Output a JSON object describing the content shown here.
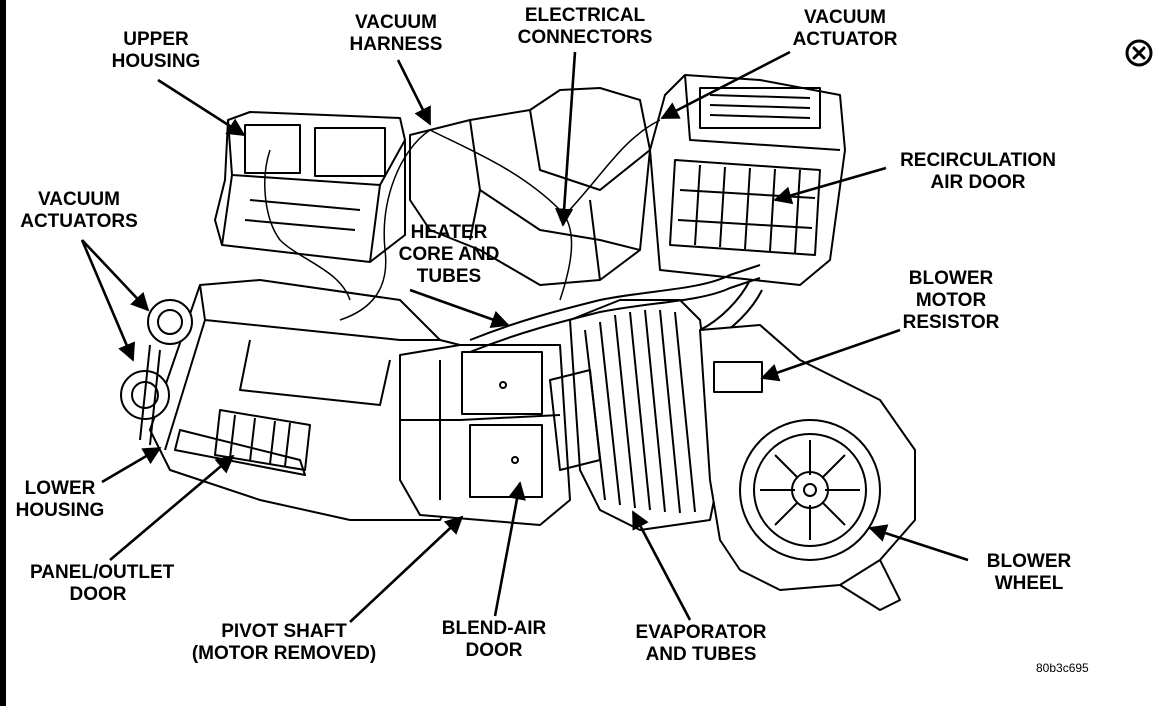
{
  "labels": {
    "upper_housing": [
      "UPPER",
      "HOUSING"
    ],
    "vacuum_harness": [
      "VACUUM",
      "HARNESS"
    ],
    "electrical_connectors": [
      "ELECTRICAL",
      "CONNECTORS"
    ],
    "vacuum_actuator": [
      "VACUUM",
      "ACTUATOR"
    ],
    "vacuum_actuators": [
      "VACUUM",
      "ACTUATORS"
    ],
    "recirculation_air_door": [
      "RECIRCULATION",
      "AIR DOOR"
    ],
    "heater_core_and_tubes": [
      "HEATER",
      "CORE AND",
      "TUBES"
    ],
    "blower_motor_resistor": [
      "BLOWER",
      "MOTOR",
      "RESISTOR"
    ],
    "lower_housing": [
      "LOWER",
      "HOUSING"
    ],
    "panel_outlet_door": [
      "PANEL/OUTLET",
      "DOOR"
    ],
    "pivot_shaft": [
      "PIVOT SHAFT",
      "(MOTOR REMOVED)"
    ],
    "blend_air_door": [
      "BLEND-AIR",
      "DOOR"
    ],
    "evaporator_and_tubes": [
      "EVAPORATOR",
      "AND TUBES"
    ],
    "blower_wheel": [
      "BLOWER",
      "WHEEL"
    ]
  },
  "figure_code": "80b3c695",
  "icons": {
    "close": "close-icon"
  }
}
